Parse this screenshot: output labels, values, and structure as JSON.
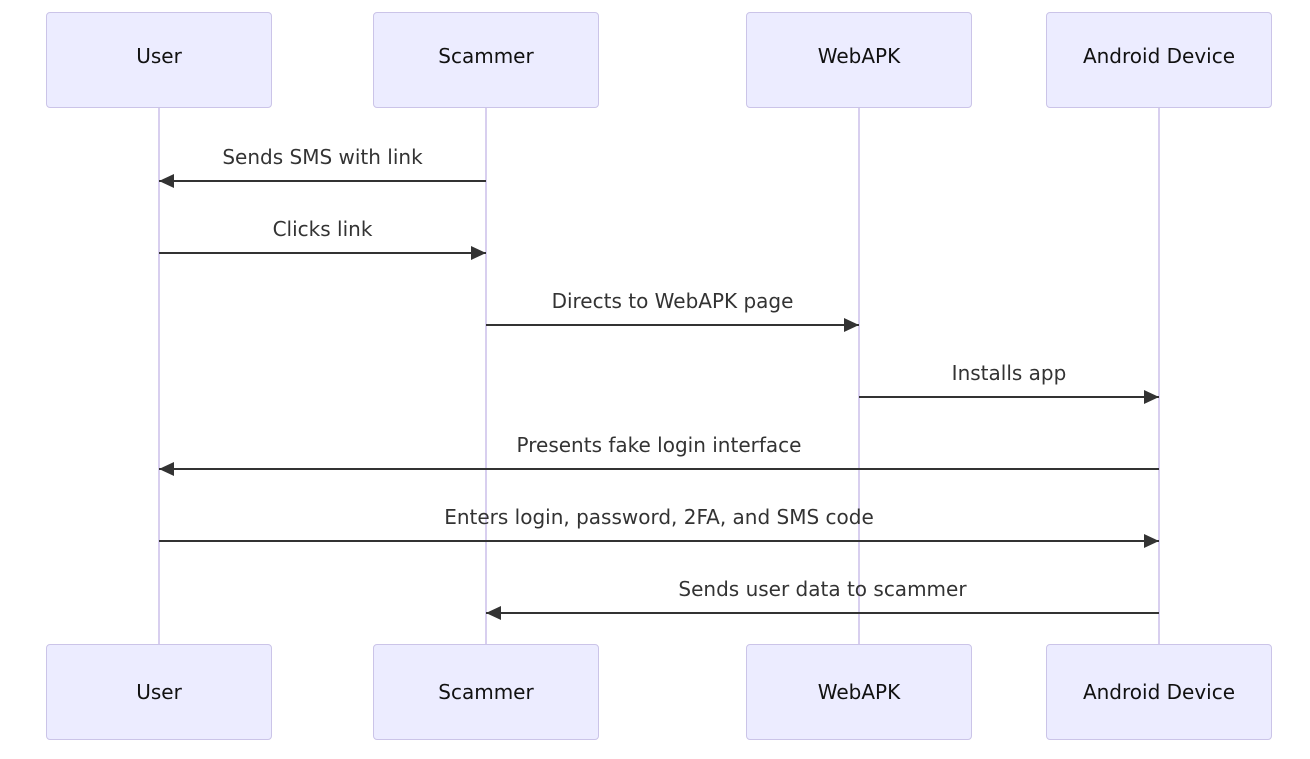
{
  "diagram": {
    "type": "sequence-diagram",
    "actors": [
      {
        "id": "user",
        "label": "User"
      },
      {
        "id": "scammer",
        "label": "Scammer"
      },
      {
        "id": "webapk",
        "label": "WebAPK"
      },
      {
        "id": "android_device",
        "label": "Android Device"
      }
    ],
    "messages": [
      {
        "from": "Scammer",
        "to": "User",
        "text": "Sends SMS with link",
        "line": "solid",
        "arrowhead": "filled"
      },
      {
        "from": "User",
        "to": "Scammer",
        "text": "Clicks link",
        "line": "solid",
        "arrowhead": "filled"
      },
      {
        "from": "Scammer",
        "to": "WebAPK",
        "text": "Directs to WebAPK page",
        "line": "solid",
        "arrowhead": "filled"
      },
      {
        "from": "WebAPK",
        "to": "Android Device",
        "text": "Installs app",
        "line": "solid",
        "arrowhead": "filled"
      },
      {
        "from": "Android Device",
        "to": "User",
        "text": "Presents fake login interface",
        "line": "solid",
        "arrowhead": "filled"
      },
      {
        "from": "User",
        "to": "Android Device",
        "text": "Enters login, password, 2FA, and SMS code",
        "line": "solid",
        "arrowhead": "filled"
      },
      {
        "from": "Android Device",
        "to": "Scammer",
        "text": "Sends user data to scammer",
        "line": "solid",
        "arrowhead": "filled"
      }
    ],
    "colors": {
      "actor_fill": "#ECECFF",
      "actor_border": "#CBC4E8",
      "lifeline": "#D8CFEF",
      "arrow": "#333333",
      "message_text": "#333333",
      "actor_text": "#111111",
      "background": "#ffffff"
    }
  }
}
